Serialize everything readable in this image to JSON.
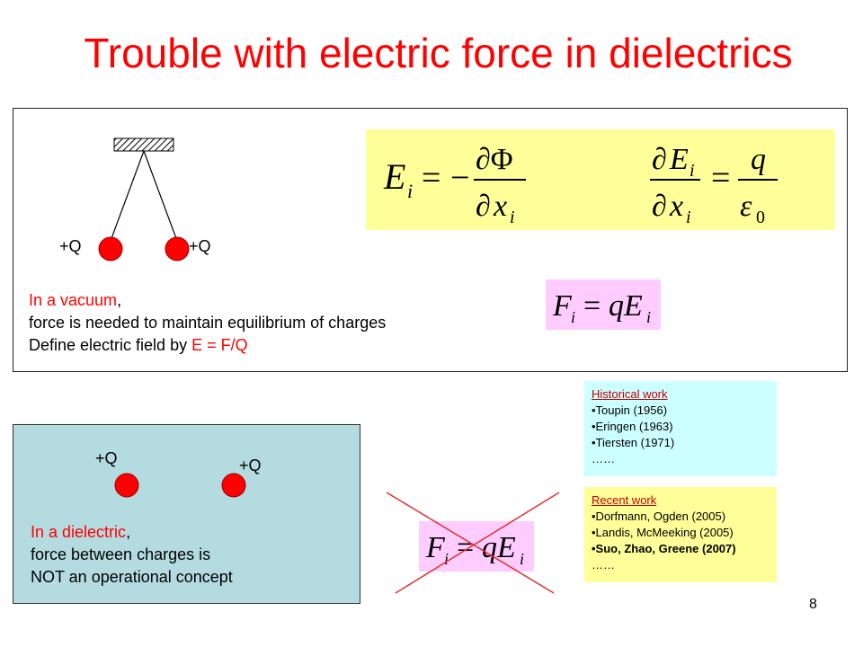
{
  "slide": {
    "title": "Trouble with electric force in dielectrics",
    "page_number": "8"
  },
  "vacuum": {
    "charge_left": "+Q",
    "charge_right": "+Q",
    "text_line1_prefix": "In a vacuum",
    "text_line1_suffix": ",",
    "text_line2": "force is needed to maintain equilibrium of charges",
    "text_line3_prefix": "Define electric field by ",
    "text_line3_formula": "E = F/Q"
  },
  "equations": {
    "eq1": "E_i = −∂Φ/∂x_i",
    "eq2": "∂E_i/∂x_i = q/ε_0",
    "eq3": "F_i = qE_i"
  },
  "dielectric": {
    "charge_left": "+Q",
    "charge_right": "+Q",
    "text_line1_prefix": "In a dielectric",
    "text_line1_suffix": ",",
    "text_line2": "force between charges is",
    "text_line3": "NOT an operational concept"
  },
  "historical_work": {
    "header": "Historical work",
    "items": [
      "•Toupin (1956)",
      "•Eringen (1963)",
      "•Tiersten (1971)",
      "……"
    ]
  },
  "recent_work": {
    "header": "Recent work",
    "items": [
      "•Dorfmann, Ogden (2005)",
      "•Landis, McMeeking (2005)",
      "•Suo, Zhao, Greene (2007)",
      "……"
    ]
  },
  "colors": {
    "title": "#ff0000",
    "charge_fill": "#ff0000",
    "equation_bg_yellow": "#ffff99",
    "equation_bg_pink": "#ffccff",
    "dielectric_bg": "#b4dce0",
    "historical_bg": "#ccffff",
    "recent_bg": "#ffff99"
  }
}
